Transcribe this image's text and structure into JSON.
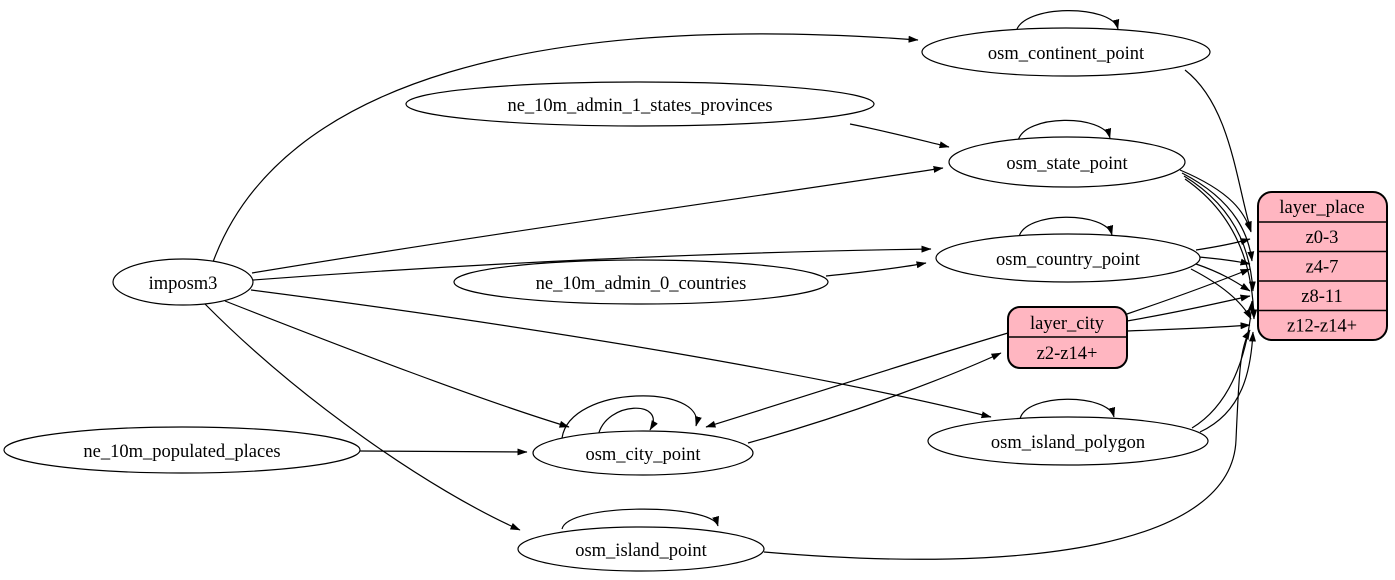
{
  "diagram": {
    "type": "etl-graph",
    "colors": {
      "background": "#ffffff",
      "node_fill": "#ffffff",
      "record_fill": "#ffb6c1",
      "stroke": "#000000"
    },
    "nodes": {
      "imposm3": {
        "label": "imposm3",
        "shape": "ellipse"
      },
      "ne_10m_admin_1_states_provinces": {
        "label": "ne_10m_admin_1_states_provinces",
        "shape": "ellipse"
      },
      "ne_10m_admin_0_countries": {
        "label": "ne_10m_admin_0_countries",
        "shape": "ellipse"
      },
      "ne_10m_populated_places": {
        "label": "ne_10m_populated_places",
        "shape": "ellipse"
      },
      "osm_continent_point": {
        "label": "osm_continent_point",
        "shape": "ellipse"
      },
      "osm_state_point": {
        "label": "osm_state_point",
        "shape": "ellipse"
      },
      "osm_country_point": {
        "label": "osm_country_point",
        "shape": "ellipse"
      },
      "osm_city_point": {
        "label": "osm_city_point",
        "shape": "ellipse"
      },
      "osm_island_polygon": {
        "label": "osm_island_polygon",
        "shape": "ellipse"
      },
      "osm_island_point": {
        "label": "osm_island_point",
        "shape": "ellipse"
      }
    },
    "records": {
      "layer_city": {
        "title": "layer_city",
        "rows": [
          "z2-z14+"
        ]
      },
      "layer_place": {
        "title": "layer_place",
        "rows": [
          "z0-3",
          "z4-7",
          "z8-11",
          "z12-z14+"
        ]
      }
    },
    "edges": [
      {
        "from": "imposm3",
        "to": "osm_continent_point"
      },
      {
        "from": "imposm3",
        "to": "osm_state_point"
      },
      {
        "from": "imposm3",
        "to": "osm_country_point"
      },
      {
        "from": "imposm3",
        "to": "osm_city_point"
      },
      {
        "from": "imposm3",
        "to": "osm_island_polygon"
      },
      {
        "from": "imposm3",
        "to": "osm_island_point"
      },
      {
        "from": "ne_10m_admin_1_states_provinces",
        "to": "osm_state_point"
      },
      {
        "from": "ne_10m_admin_0_countries",
        "to": "osm_country_point"
      },
      {
        "from": "ne_10m_populated_places",
        "to": "osm_city_point"
      },
      {
        "from": "osm_continent_point",
        "to": "osm_continent_point"
      },
      {
        "from": "osm_state_point",
        "to": "osm_state_point"
      },
      {
        "from": "osm_country_point",
        "to": "osm_country_point"
      },
      {
        "from": "osm_city_point",
        "to": "osm_city_point"
      },
      {
        "from": "osm_city_point",
        "to": "osm_city_point"
      },
      {
        "from": "osm_island_polygon",
        "to": "osm_island_polygon"
      },
      {
        "from": "osm_island_point",
        "to": "osm_island_point"
      },
      {
        "from": "osm_city_point",
        "to": "layer_city:z2-z14+"
      },
      {
        "from": "layer_city",
        "to": "osm_city_point"
      },
      {
        "from": "osm_continent_point",
        "to": "layer_place:z0-3"
      },
      {
        "from": "osm_state_point",
        "to": "layer_place:z0-3"
      },
      {
        "from": "osm_state_point",
        "to": "layer_place:z4-7"
      },
      {
        "from": "osm_state_point",
        "to": "layer_place:z8-11"
      },
      {
        "from": "osm_state_point",
        "to": "layer_place:z12-z14+"
      },
      {
        "from": "osm_country_point",
        "to": "layer_place:z0-3"
      },
      {
        "from": "osm_country_point",
        "to": "layer_place:z4-7"
      },
      {
        "from": "osm_country_point",
        "to": "layer_place:z8-11"
      },
      {
        "from": "osm_country_point",
        "to": "layer_place:z12-z14+"
      },
      {
        "from": "layer_city",
        "to": "layer_place:z4-7"
      },
      {
        "from": "layer_city",
        "to": "layer_place:z8-11"
      },
      {
        "from": "layer_city",
        "to": "layer_place:z12-z14+"
      },
      {
        "from": "osm_island_polygon",
        "to": "layer_place:z8-11"
      },
      {
        "from": "osm_island_polygon",
        "to": "layer_place:z12-z14+"
      },
      {
        "from": "osm_island_point",
        "to": "layer_place:z12-z14+"
      }
    ]
  }
}
